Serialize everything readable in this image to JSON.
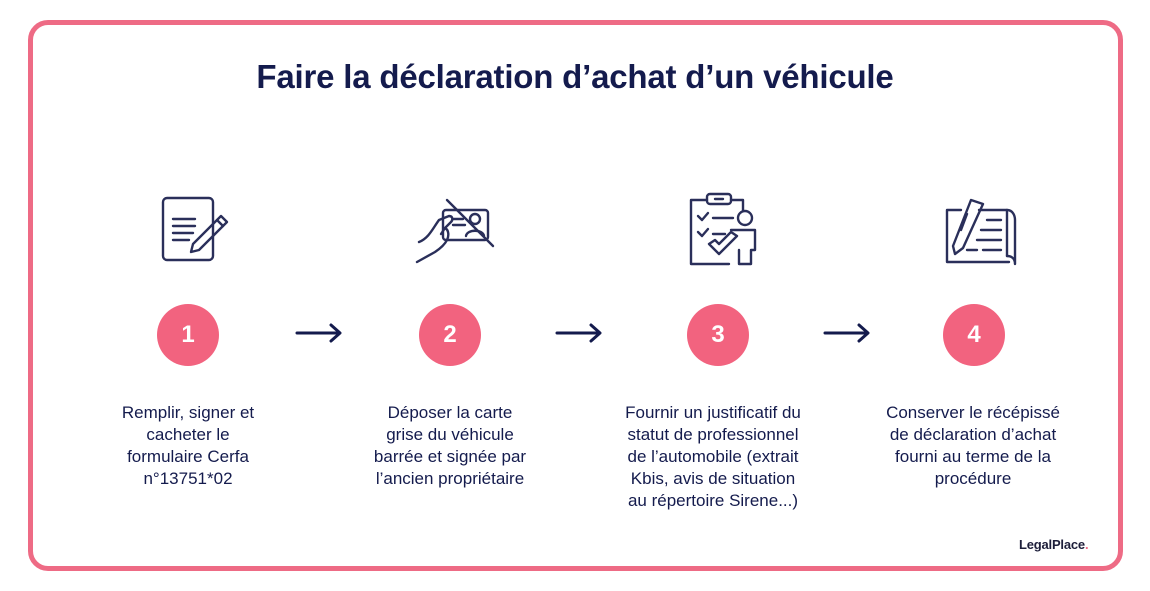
{
  "title": "Faire la déclaration d’achat d’un véhicule",
  "colors": {
    "accent": "#ee6b85",
    "circle": "#f2637f",
    "text": "#141b4d",
    "icon_stroke": "#2a2f5a"
  },
  "steps": [
    {
      "number": "1",
      "icon": "form-with-pencil-icon",
      "lines": [
        "Remplir, signer et",
        "cacheter le",
        "formulaire Cerfa",
        "n°13751*02"
      ]
    },
    {
      "number": "2",
      "icon": "hand-holding-crossed-card-icon",
      "lines": [
        "Déposer la carte",
        "grise du véhicule",
        "barrée et signée par",
        "l’ancien propriétaire"
      ]
    },
    {
      "number": "3",
      "icon": "clipboard-checklist-person-icon",
      "lines": [
        "Fournir un justificatif du",
        "statut de professionnel",
        "de l’automobile (extrait",
        "Kbis, avis de situation",
        "au répertoire Sirene...)"
      ]
    },
    {
      "number": "4",
      "icon": "document-signing-pen-icon",
      "lines": [
        "Conserver le récépissé",
        "de déclaration d’achat",
        "fourni au terme de la",
        "procédure"
      ]
    }
  ],
  "arrows": [
    "arrow-right-icon",
    "arrow-right-icon",
    "arrow-right-icon"
  ],
  "logo": {
    "text": "LegalPlace",
    "dot": "."
  }
}
